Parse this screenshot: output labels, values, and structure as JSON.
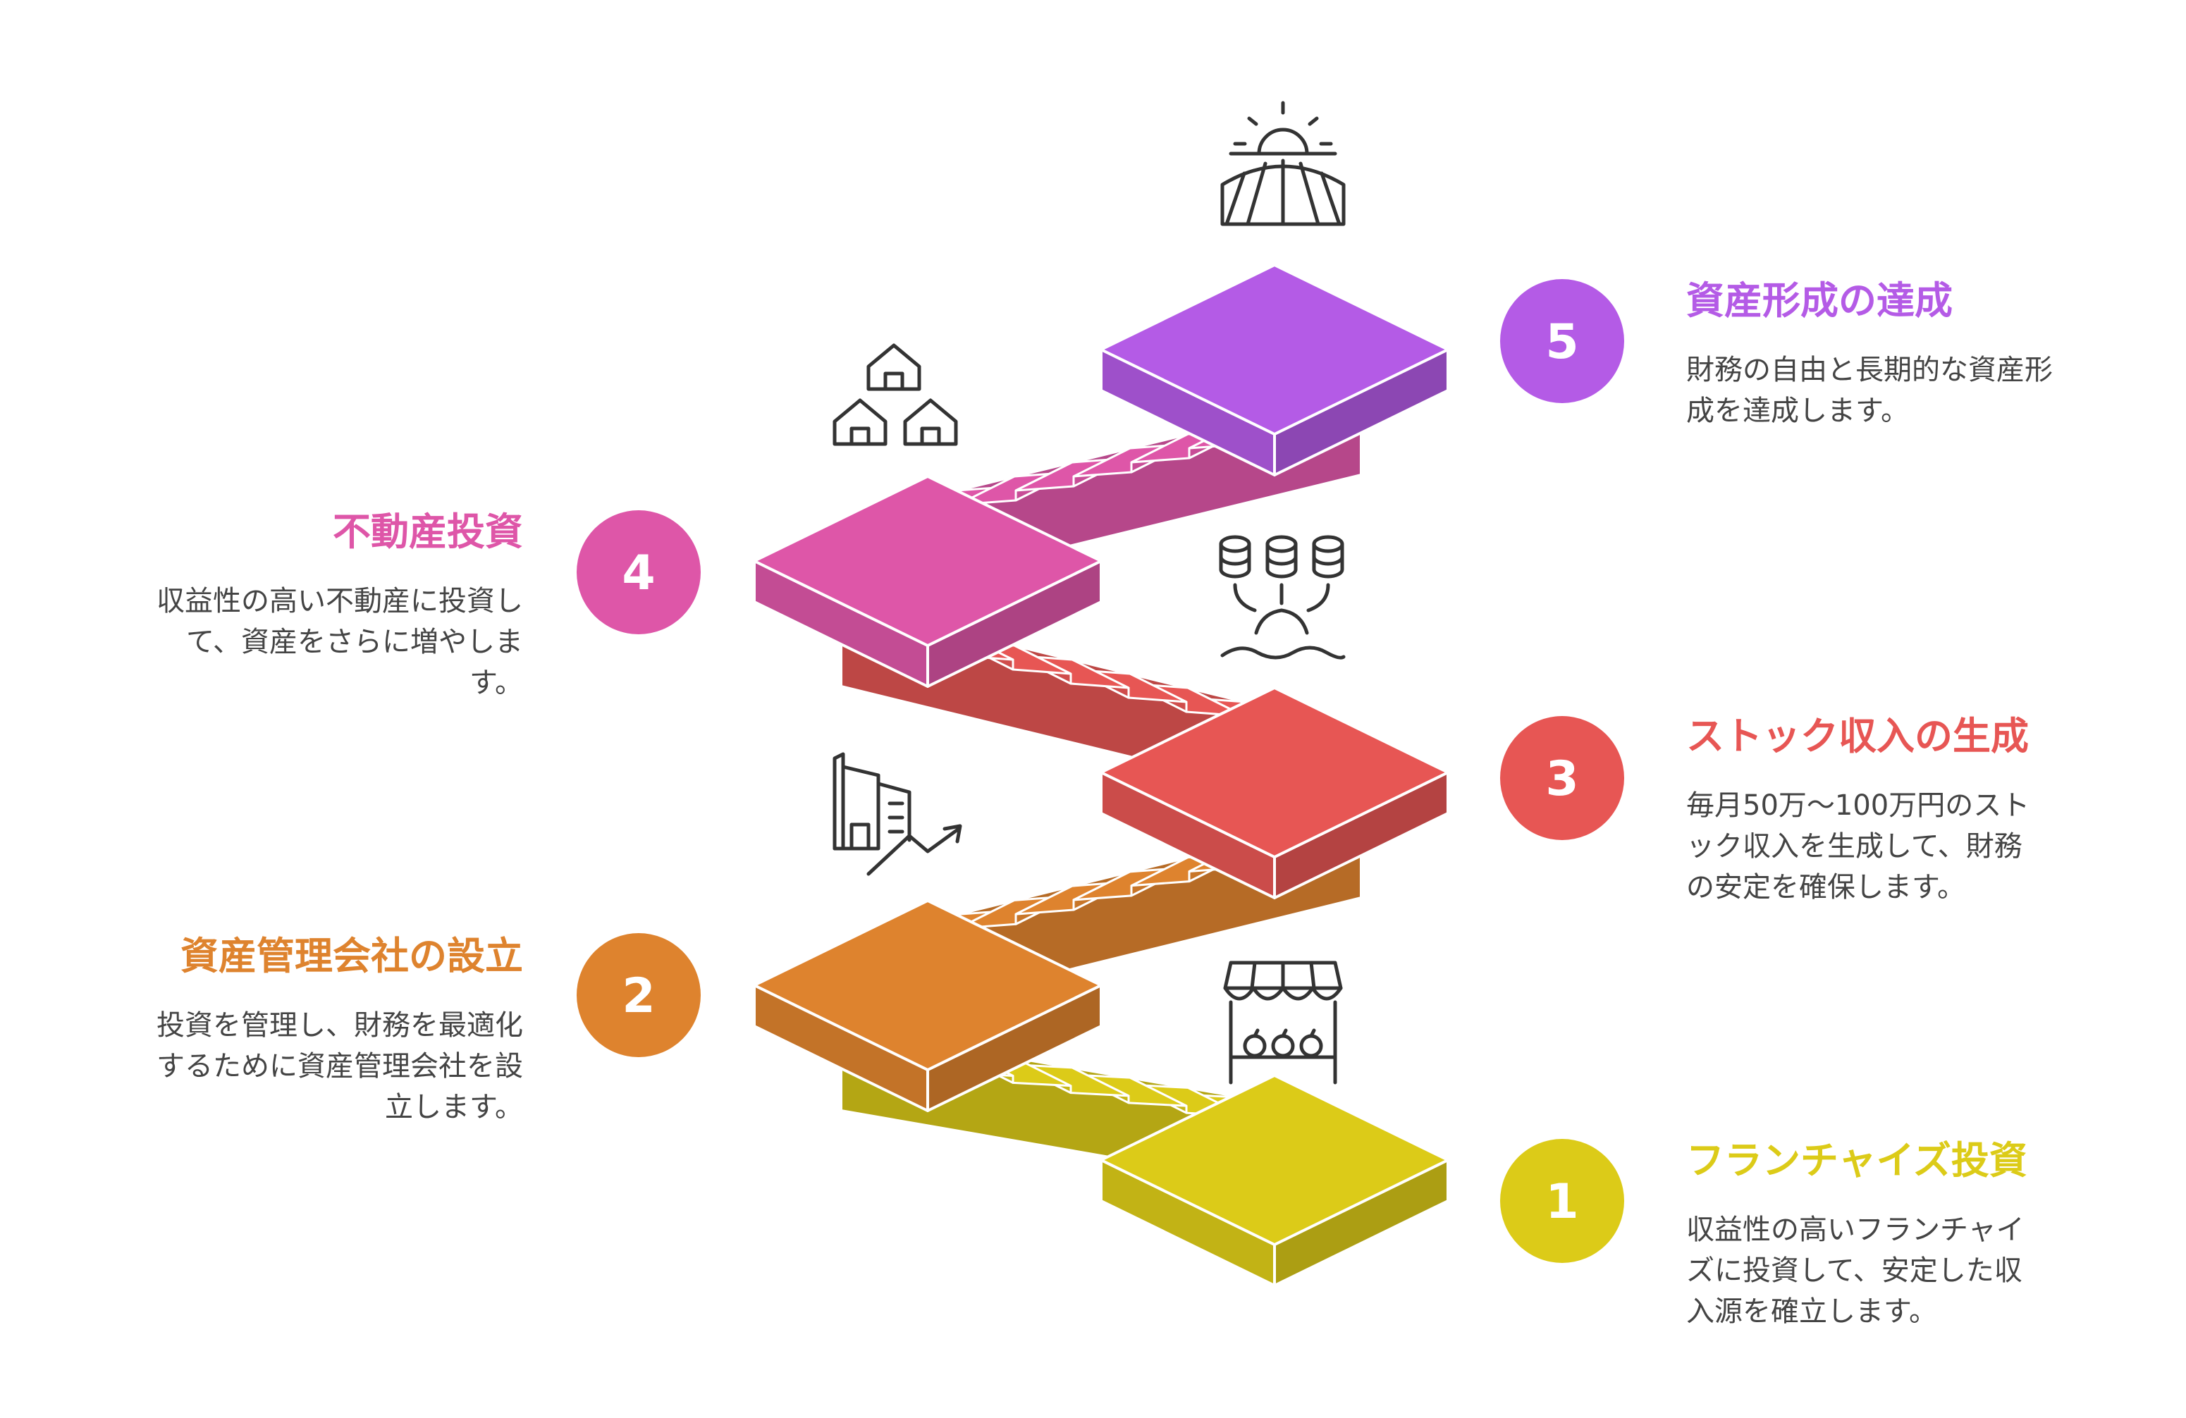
{
  "colors": {
    "step1": "#DCCB18",
    "step2": "#DE832E",
    "step3": "#E75654",
    "step4": "#DE56A8",
    "step5": "#B45BE6",
    "description_text": "#444444",
    "icon_stroke": "#333333"
  },
  "steps": [
    {
      "number": "1",
      "title": "フランチャイズ投資",
      "description": "収益性の高いフランチャイズに投資して、安定した収入源を確立します。",
      "icon": "market-stall-icon",
      "color": "#DCCB18"
    },
    {
      "number": "2",
      "title": "資産管理会社の設立",
      "description": "投資を管理し、財務を最適化するために資産管理会社を設立します。",
      "icon": "building-growth-icon",
      "color": "#DE832E"
    },
    {
      "number": "3",
      "title": "ストック収入の生成",
      "description": "毎月50万〜100万円のストック収入を生成して、財務の安定を確保します。",
      "icon": "coins-stack-icon",
      "color": "#E75654"
    },
    {
      "number": "4",
      "title": "不動産投資",
      "description": "収益性の高い不動産に投資して、資産をさらに増やします。",
      "icon": "houses-icon",
      "color": "#DE56A8"
    },
    {
      "number": "5",
      "title": "資産形成の達成",
      "description": "財務の自由と長期的な資産形成を達成します。",
      "icon": "sunrise-field-icon",
      "color": "#B45BE6"
    }
  ]
}
